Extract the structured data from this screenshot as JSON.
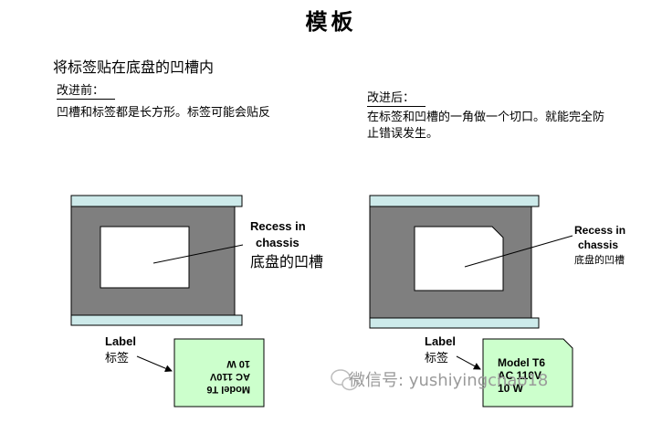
{
  "title": "模板",
  "subtitle": "将标签贴在底盘的凹槽内",
  "before": {
    "heading": "改进前：",
    "description": "凹槽和标签都是长方形。标签可能会贴反"
  },
  "after": {
    "heading": "改进后：",
    "description": "在标签和凹槽的一角做一个切口。就能完全防止错误发生。"
  },
  "left_diagram": {
    "recess_label_line1": "Recess in",
    "recess_label_line2": "chassis",
    "recess_label_cn": "底盘的凹槽",
    "label_en": "Label",
    "label_cn": "标签",
    "tag_lines": [
      "Model T6",
      "AC 110V",
      "10 W"
    ]
  },
  "right_diagram": {
    "recess_label_line1": "Recess in",
    "recess_label_line2": "chassis",
    "recess_label_cn": "底盘的凹槽",
    "label_en": "Label",
    "label_cn": "标签",
    "tag_lines": [
      "Model T6",
      "AC 110V",
      "10 W"
    ]
  },
  "watermark": "微信号: yushiyingchao18",
  "colors": {
    "chassis_gray": "#7f7f7f",
    "rail_cyan": "#cdeaea",
    "label_green": "#ccffcc"
  }
}
